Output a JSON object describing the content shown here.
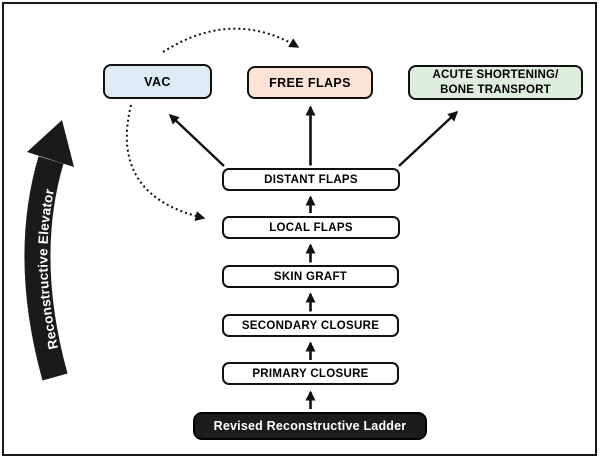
{
  "figure": {
    "title_box": "Revised Reconstructive Ladder",
    "elevator_label": "Reconstructive Elevator",
    "top_boxes": [
      {
        "id": "vac",
        "label": "VAC",
        "color": "#dcebf4"
      },
      {
        "id": "free-flaps",
        "label": "FREE FLAPS",
        "color": "#fbe3d5"
      },
      {
        "id": "acute-shortening",
        "label_line1": "ACUTE SHORTENING/",
        "label_line2": "BONE TRANSPORT",
        "color": "#ddeedd"
      }
    ],
    "ladder_steps": [
      "DISTANT FLAPS",
      "LOCAL FLAPS",
      "SKIN GRAFT",
      "SECONDARY CLOSURE",
      "PRIMARY CLOSURE"
    ],
    "connections": [
      {
        "from": "Revised Reconstructive Ladder",
        "to": "PRIMARY CLOSURE",
        "style": "solid-arrow"
      },
      {
        "from": "PRIMARY CLOSURE",
        "to": "SECONDARY CLOSURE",
        "style": "solid-arrow"
      },
      {
        "from": "SECONDARY CLOSURE",
        "to": "SKIN GRAFT",
        "style": "solid-arrow"
      },
      {
        "from": "SKIN GRAFT",
        "to": "LOCAL FLAPS",
        "style": "solid-arrow"
      },
      {
        "from": "LOCAL FLAPS",
        "to": "DISTANT FLAPS",
        "style": "solid-arrow"
      },
      {
        "from": "DISTANT FLAPS",
        "to": "FREE FLAPS",
        "style": "solid-arrow"
      },
      {
        "from": "DISTANT FLAPS",
        "to": "VAC",
        "style": "solid-arrow"
      },
      {
        "from": "DISTANT FLAPS",
        "to": "ACUTE SHORTENING/BONE TRANSPORT",
        "style": "solid-arrow"
      },
      {
        "from": "VAC",
        "to": "FREE FLAPS",
        "style": "dotted-arrow"
      },
      {
        "from": "VAC",
        "to": "LOCAL FLAPS",
        "style": "dotted-arrow"
      }
    ],
    "colors": {
      "border": "#1a1a1a",
      "arrow": "#111111",
      "ladder_title_bg": "#1c1c1c",
      "elevator_arrow": "#1a1a1a",
      "elevator_text": "#ffffff"
    }
  }
}
